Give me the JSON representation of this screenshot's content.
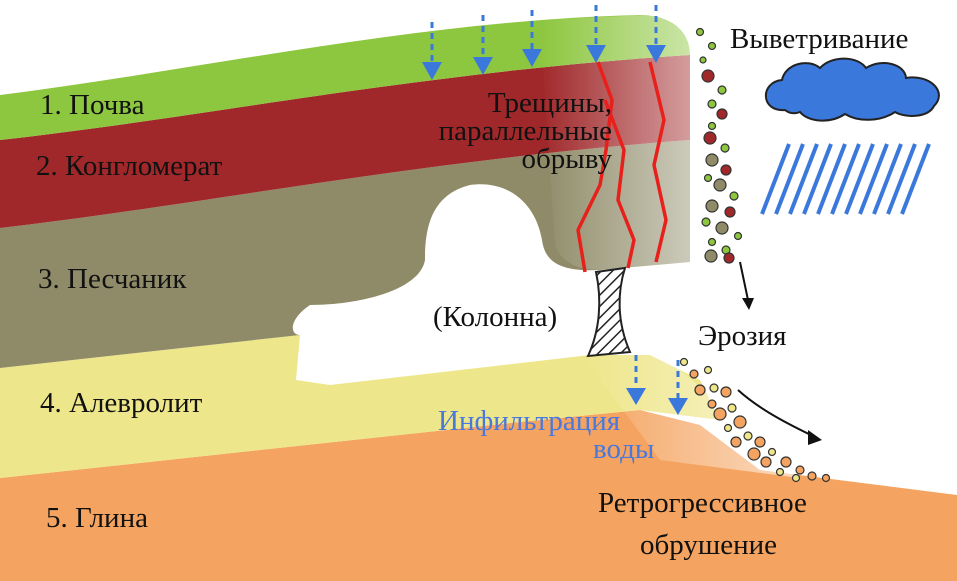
{
  "layers": [
    {
      "label": "1. Почва",
      "color": "#8dc63f"
    },
    {
      "label": "2. Конгломерат",
      "color": "#a0282a"
    },
    {
      "label": "3. Песчаник",
      "color": "#8f8b68"
    },
    {
      "label": "4. Алевролит",
      "color": "#eee68a"
    },
    {
      "label": "5. Глина",
      "color": "#f4a460"
    }
  ],
  "annotations": {
    "weathering": "Выветривание",
    "cracks_line1": "Трещины,",
    "cracks_line2": "параллельные",
    "cracks_line3": "обрыву",
    "column": "(Колонна)",
    "erosion": "Эрозия",
    "infiltration_line1": "Инфильтрация",
    "infiltration_line2": "воды",
    "collapse_line1": "Ретрогрессивное",
    "collapse_line2": "обрушение"
  },
  "colors": {
    "crack": "#e8201c",
    "water_arrow": "#3b78dc",
    "rain": "#3b78dc",
    "cloud": "#3b78dc",
    "infiltration_text": "#4a78dc"
  },
  "icons": [
    "cloud-icon",
    "rain-icon",
    "water-arrow-icon",
    "crack-line",
    "debris-particles"
  ]
}
